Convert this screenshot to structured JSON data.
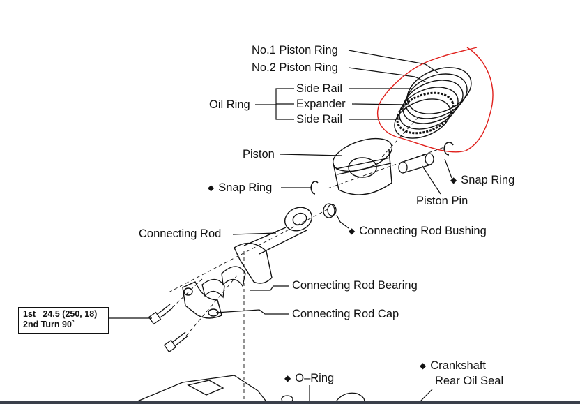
{
  "labels": {
    "no1_piston_ring": "No.1 Piston Ring",
    "no2_piston_ring": "No.2 Piston Ring",
    "oil_ring": "Oil Ring",
    "side_rail_top": "Side Rail",
    "expander": "Expander",
    "side_rail_bottom": "Side Rail",
    "piston": "Piston",
    "snap_ring_right": "Snap Ring",
    "snap_ring_left": "Snap Ring",
    "piston_pin": "Piston Pin",
    "connecting_rod": "Connecting Rod",
    "connecting_rod_bushing": "Connecting Rod Bushing",
    "connecting_rod_bearing": "Connecting Rod Bearing",
    "connecting_rod_cap": "Connecting Rod Cap",
    "o_ring": "O–Ring",
    "crankshaft_rear_oil_seal_1": "Crankshaft",
    "crankshaft_rear_oil_seal_2": "Rear Oil Seal"
  },
  "marker_symbol": "◆",
  "torque": {
    "line1": "1st   24.5 (250, 18)",
    "line2": "2nd Turn 90˚"
  },
  "colors": {
    "ink": "#111111",
    "annotation": "#e0201c",
    "background": "#ffffff"
  }
}
